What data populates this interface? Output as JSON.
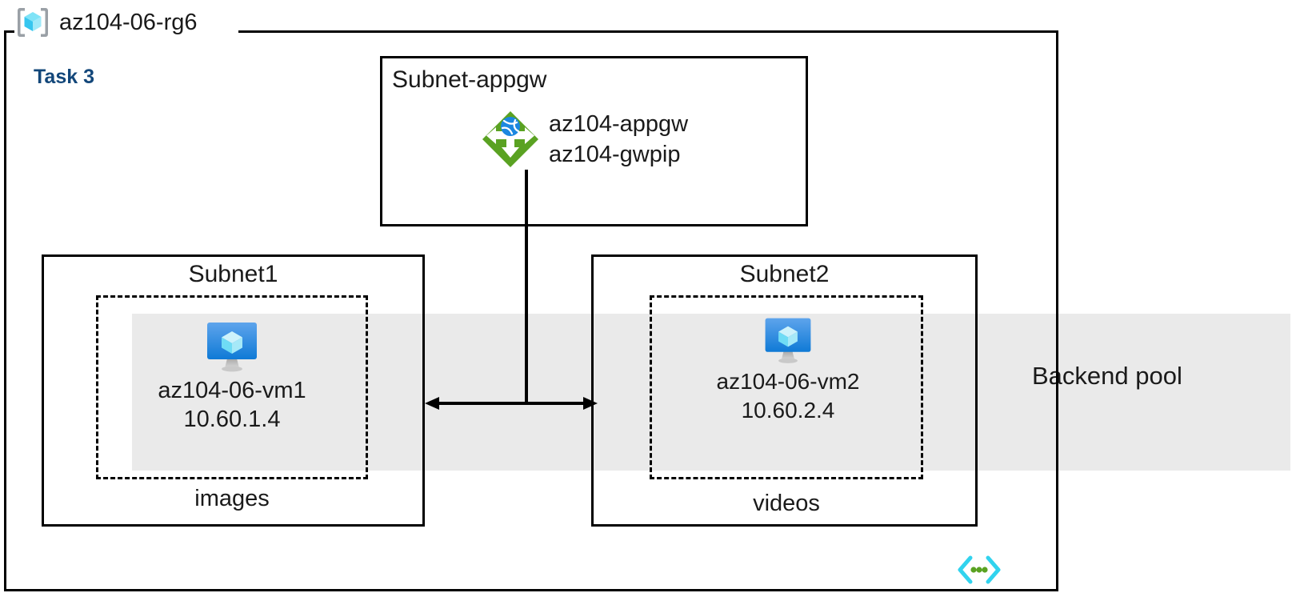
{
  "diagram": {
    "resource_group": {
      "name": "az104-06-rg6",
      "icon": "resource-group-cube-icon"
    },
    "task_label": "Task 3",
    "task_label_color": "#13477a",
    "backend_pool": {
      "label": "Backend pool",
      "band_color": "#eaeaea"
    },
    "vnet_icon": "virtual-network-icon",
    "subnets": [
      {
        "key": "appgw",
        "title": "Subnet-appgw",
        "resource": {
          "icon": "application-gateway-icon",
          "icon_color": "#5aa222",
          "names": [
            "az104-appgw",
            "az104-gwpip"
          ]
        }
      },
      {
        "key": "subnet1",
        "title": "Subnet1",
        "nic_label": "images",
        "vm": {
          "icon": "virtual-machine-icon",
          "icon_color": "#0f7ad6",
          "name": "az104-06-vm1",
          "ip": "10.60.1.4"
        }
      },
      {
        "key": "subnet2",
        "title": "Subnet2",
        "nic_label": "videos",
        "vm": {
          "icon": "virtual-machine-icon",
          "icon_color": "#0f7ad6",
          "name": "az104-06-vm2",
          "ip": "10.60.2.4"
        }
      }
    ]
  }
}
